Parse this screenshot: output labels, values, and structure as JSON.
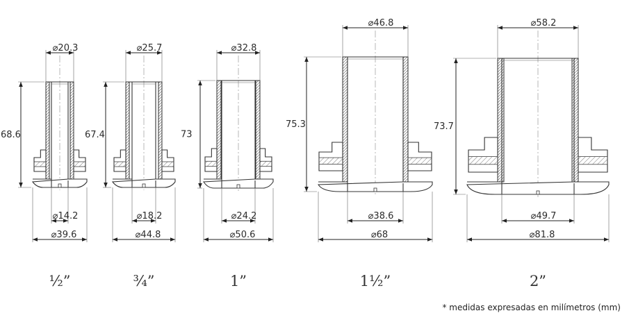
{
  "note": "* medidas expresadas en milímetros (mm)",
  "fittings": [
    {
      "size": "½”",
      "top_dia": "20.3",
      "height": "68.6",
      "inner_dia": "14.2",
      "flange_dia": "39.6"
    },
    {
      "size": "¾”",
      "top_dia": "25.7",
      "height": "67.4",
      "inner_dia": "18.2",
      "flange_dia": "44.8"
    },
    {
      "size": "1”",
      "top_dia": "32.8",
      "height": "73",
      "inner_dia": "24.2",
      "flange_dia": "50.6"
    },
    {
      "size": "1½”",
      "top_dia": "46.8",
      "height": "75.3",
      "inner_dia": "38.6",
      "flange_dia": "68"
    },
    {
      "size": "2”",
      "top_dia": "58.2",
      "height": "73.7",
      "inner_dia": "49.7",
      "flange_dia": "81.8"
    }
  ]
}
